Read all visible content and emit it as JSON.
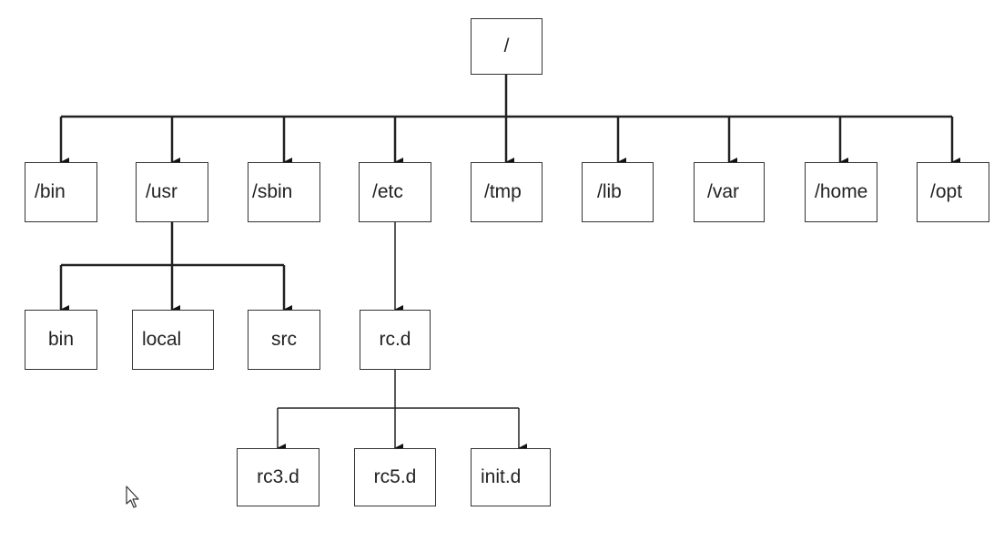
{
  "root": {
    "label": "/"
  },
  "level1": [
    {
      "label": "/bin"
    },
    {
      "label": "/usr"
    },
    {
      "label": "/sbin"
    },
    {
      "label": "/etc"
    },
    {
      "label": "/tmp"
    },
    {
      "label": "/lib"
    },
    {
      "label": "/var"
    },
    {
      "label": "/home"
    },
    {
      "label": "/opt"
    }
  ],
  "usr_children": [
    {
      "label": "bin"
    },
    {
      "label": "local"
    },
    {
      "label": "src"
    }
  ],
  "etc_children": [
    {
      "label": "rc.d"
    }
  ],
  "rcd_children": [
    {
      "label": "rc3.d"
    },
    {
      "label": "rc5.d"
    },
    {
      "label": "init.d"
    }
  ],
  "icons": {
    "cursor": "mouse-pointer-icon"
  },
  "colors": {
    "line": "#222222",
    "border": "#333333"
  }
}
